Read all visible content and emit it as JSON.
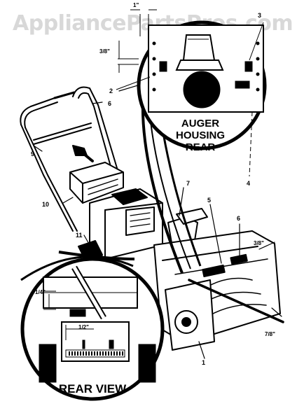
{
  "watermark": "AppliancePartsPros.com",
  "detail_top": {
    "title_line1": "AUGER",
    "title_line2": "HOUSING",
    "title_line3": "REAR"
  },
  "detail_bottom": {
    "title": "REAR VIEW"
  },
  "dimensions": {
    "top_1in": "1\"",
    "top_3_8": "3/8\"",
    "bottom_1_4": "1/4\"",
    "bottom_1_2": "1/2\"",
    "side_3_8": "3/8\"",
    "side_7_8": "7/8\""
  },
  "callouts": {
    "c1": "1",
    "c2": "2",
    "c3": "3",
    "c4": "4",
    "c5": "5",
    "c6a": "6",
    "c6b": "6",
    "c7": "7",
    "c9": "9",
    "c10": "10",
    "c11": "11"
  }
}
